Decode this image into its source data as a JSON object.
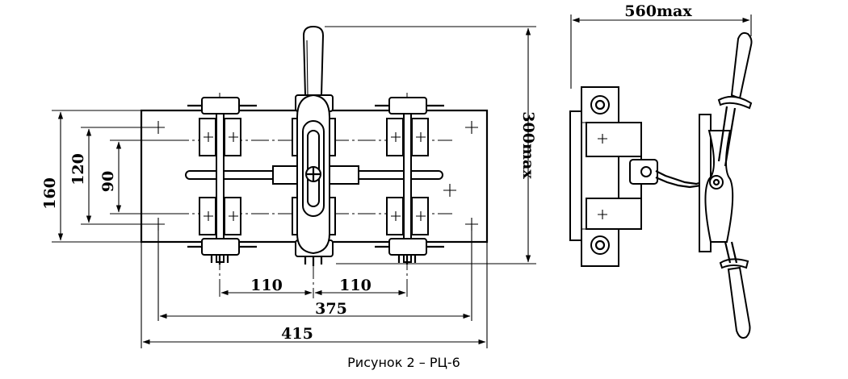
{
  "caption": "Рисунок 2 –  РЦ-6",
  "dimensions": {
    "height_overall": "160",
    "height_mid": "120",
    "height_inner": "90",
    "width_left": "110",
    "width_right": "110",
    "width_mid": "375",
    "width_overall": "415",
    "height_max": "300max",
    "side_width_max": "560max"
  }
}
